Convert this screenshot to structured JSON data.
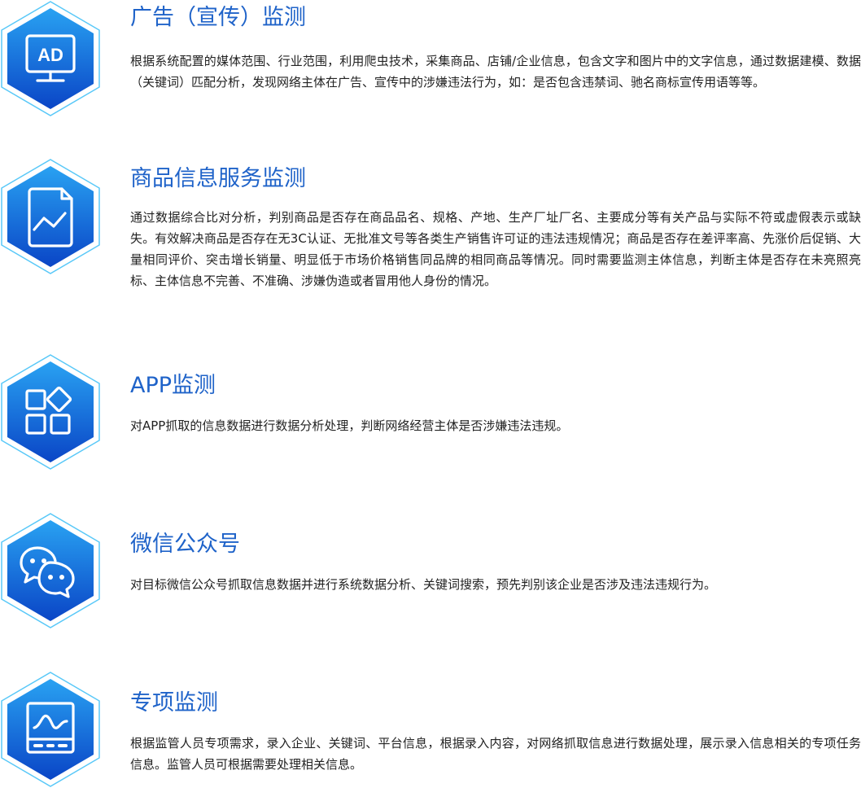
{
  "colors": {
    "title": "#1f63c9",
    "text": "#222222",
    "hex_gradient_top": "#29a2f2",
    "hex_gradient_bottom": "#0a45c6",
    "hex_outline": "#58c8f8"
  },
  "items": [
    {
      "icon": "ad-monitor-icon",
      "title": "广告（宣传）监测",
      "description": "根据系统配置的媒体范围、行业范围，利用爬虫技术，采集商品、店铺/企业信息，包含文字和图片中的文字信息，通过数据建模、数据（关键词）匹配分析，发现网络主体在广告、宣传中的涉嫌违法行为，如：是否包含违禁词、驰名商标宣传用语等等。"
    },
    {
      "icon": "document-chart-icon",
      "title": "商品信息服务监测",
      "description": "通过数据综合比对分析，判别商品是否存在商品品名、规格、产地、生产厂址厂名、主要成分等有关产品与实际不符或虚假表示或缺失。有效解决商品是否存在无3C认证、无批准文号等各类生产销售许可证的违法违规情况；商品是否存在差评率高、先涨价后促销、大量相同评价、突击增长销量、明显低于市场价格销售同品牌的相同商品等情况。同时需要监测主体信息，判断主体是否存在未亮照亮标、主体信息不完善、不准确、涉嫌伪造或者冒用他人身份的情况。"
    },
    {
      "icon": "app-grid-icon",
      "title": "APP监测",
      "description": "对APP抓取的信息数据进行数据分析处理，判断网络经营主体是否涉嫌违法违规。"
    },
    {
      "icon": "wechat-icon",
      "title": "微信公众号",
      "description": "对目标微信公众号抓取信息数据并进行系统数据分析、关键词搜索，预先判别该企业是否涉及违法违规行为。"
    },
    {
      "icon": "monitor-wave-icon",
      "title": "专项监测",
      "description": "根据监管人员专项需求，录入企业、关键词、平台信息，根据录入内容，对网络抓取信息进行数据处理，展示录入信息相关的专项任务信息。监管人员可根据需要处理相关信息。"
    }
  ]
}
